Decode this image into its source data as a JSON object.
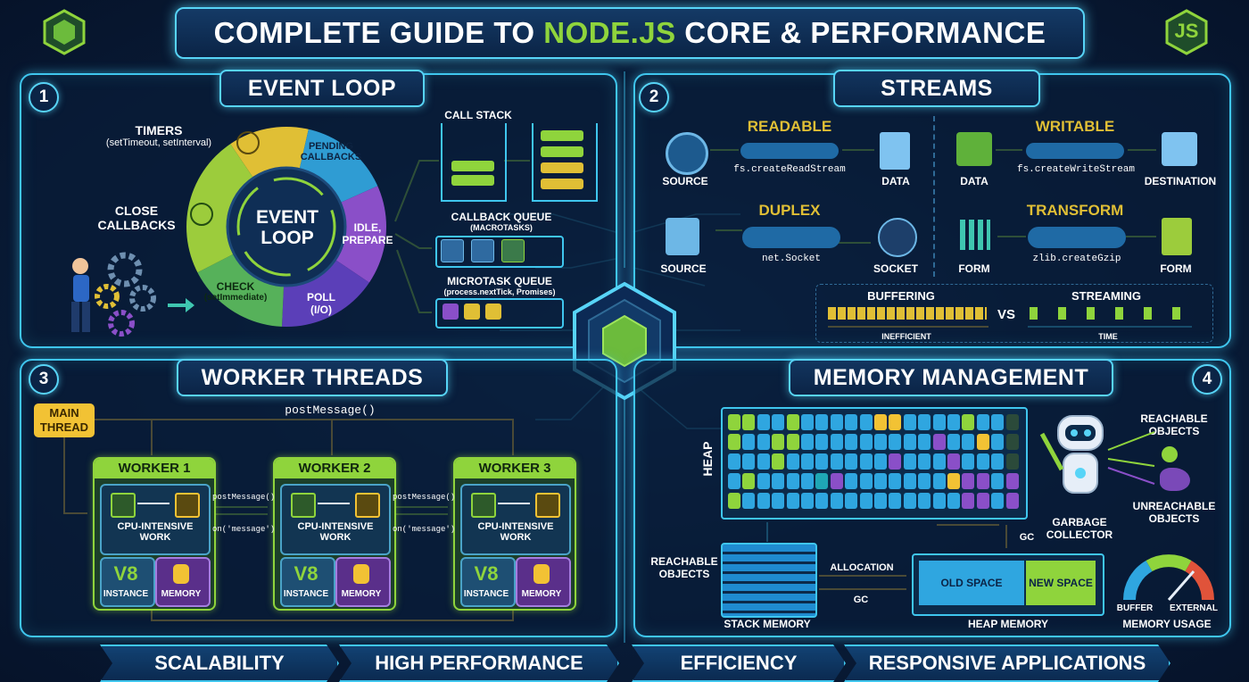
{
  "title": {
    "prefix": "COMPLETE GUIDE TO ",
    "highlight": "NODE.JS",
    "suffix": " CORE & PERFORMANCE"
  },
  "js_logo_text": "JS",
  "sections": {
    "event_loop": {
      "number": "1",
      "title": "EVENT LOOP",
      "center": [
        "EVENT",
        "LOOP"
      ],
      "timers": "TIMERS",
      "timers_sub": "(setTimeout, setInterval)",
      "pending": [
        "PENDING",
        "CALLBACKS"
      ],
      "idle": [
        "IDLE,",
        "PREPARE"
      ],
      "poll": [
        "POLL",
        "(I/O)"
      ],
      "check": "CHECK",
      "check_sub": "(setImmediate)",
      "close": [
        "CLOSE",
        "CALLBACKS"
      ],
      "call_stack": "CALL STACK",
      "callback_queue": "CALLBACK QUEUE",
      "callback_queue_sub": "(MACROTASKS)",
      "microtask_queue": "MICROTASK QUEUE",
      "microtask_queue_sub": "(process.nextTick, Promises)"
    },
    "streams": {
      "number": "2",
      "title": "STREAMS",
      "readable": "READABLE",
      "readable_api": "fs.createReadStream",
      "writable": "WRITABLE",
      "writable_api": "fs.createWriteStream",
      "duplex": "DUPLEX",
      "duplex_api": "net.Socket",
      "transform": "TRANSFORM",
      "transform_api": "zlib.createGzip",
      "source": "SOURCE",
      "data": "DATA",
      "destination": "DESTINATION",
      "socket": "SOCKET",
      "form": "FORM",
      "buffering": "BUFFERING",
      "streaming": "STREAMING",
      "vs": "VS",
      "inefficient": "INEFFICIENT",
      "time": "TIME"
    },
    "worker_threads": {
      "number": "3",
      "title": "WORKER THREADS",
      "main_thread": [
        "MAIN",
        "THREAD"
      ],
      "post_message": "postMessage()",
      "on_message": "on('message')",
      "workers": [
        "WORKER 1",
        "WORKER 2",
        "WORKER 3"
      ],
      "cpu_work": [
        "CPU-INTENSIVE",
        "WORK"
      ],
      "instance": "INSTANCE",
      "memory": "MEMORY"
    },
    "memory": {
      "number": "4",
      "title": "MEMORY MANAGEMENT",
      "heap": "HEAP",
      "reachable": [
        "REACHABLE",
        "OBJECTS"
      ],
      "unreachable": [
        "UNREACHABLE",
        "OBJECTS"
      ],
      "garbage_collector": [
        "GARBAGE",
        "COLLECTOR"
      ],
      "gc": "GC",
      "stack_reachable": [
        "REACHABLE",
        "OBJECTS"
      ],
      "allocation": "ALLOCATION",
      "stack_memory": "STACK MEMORY",
      "old_space": "OLD SPACE",
      "new_space": "NEW SPACE",
      "heap_memory": "HEAP MEMORY",
      "buffer": "BUFFER",
      "external": "EXTERNAL",
      "memory_usage": "MEMORY USAGE"
    }
  },
  "footer": [
    "SCALABILITY",
    "HIGH PERFORMANCE",
    "EFFICIENCY",
    "RESPONSIVE APPLICATIONS"
  ],
  "colors": {
    "accent": "#3fc6ee",
    "green": "#8fd43c",
    "yellow": "#f2c234",
    "purple": "#8b54c8",
    "teal": "#1fa7b5"
  }
}
